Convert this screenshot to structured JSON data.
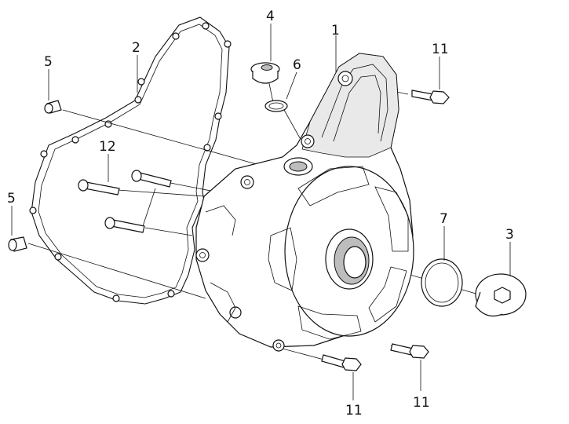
{
  "callouts": {
    "c1": "1",
    "c2": "2",
    "c3": "3",
    "c4": "4",
    "c5a": "5",
    "c5b": "5",
    "c6": "6",
    "c7": "7",
    "c11a": "11",
    "c11b": "11",
    "c11c": "11",
    "c12": "12"
  }
}
